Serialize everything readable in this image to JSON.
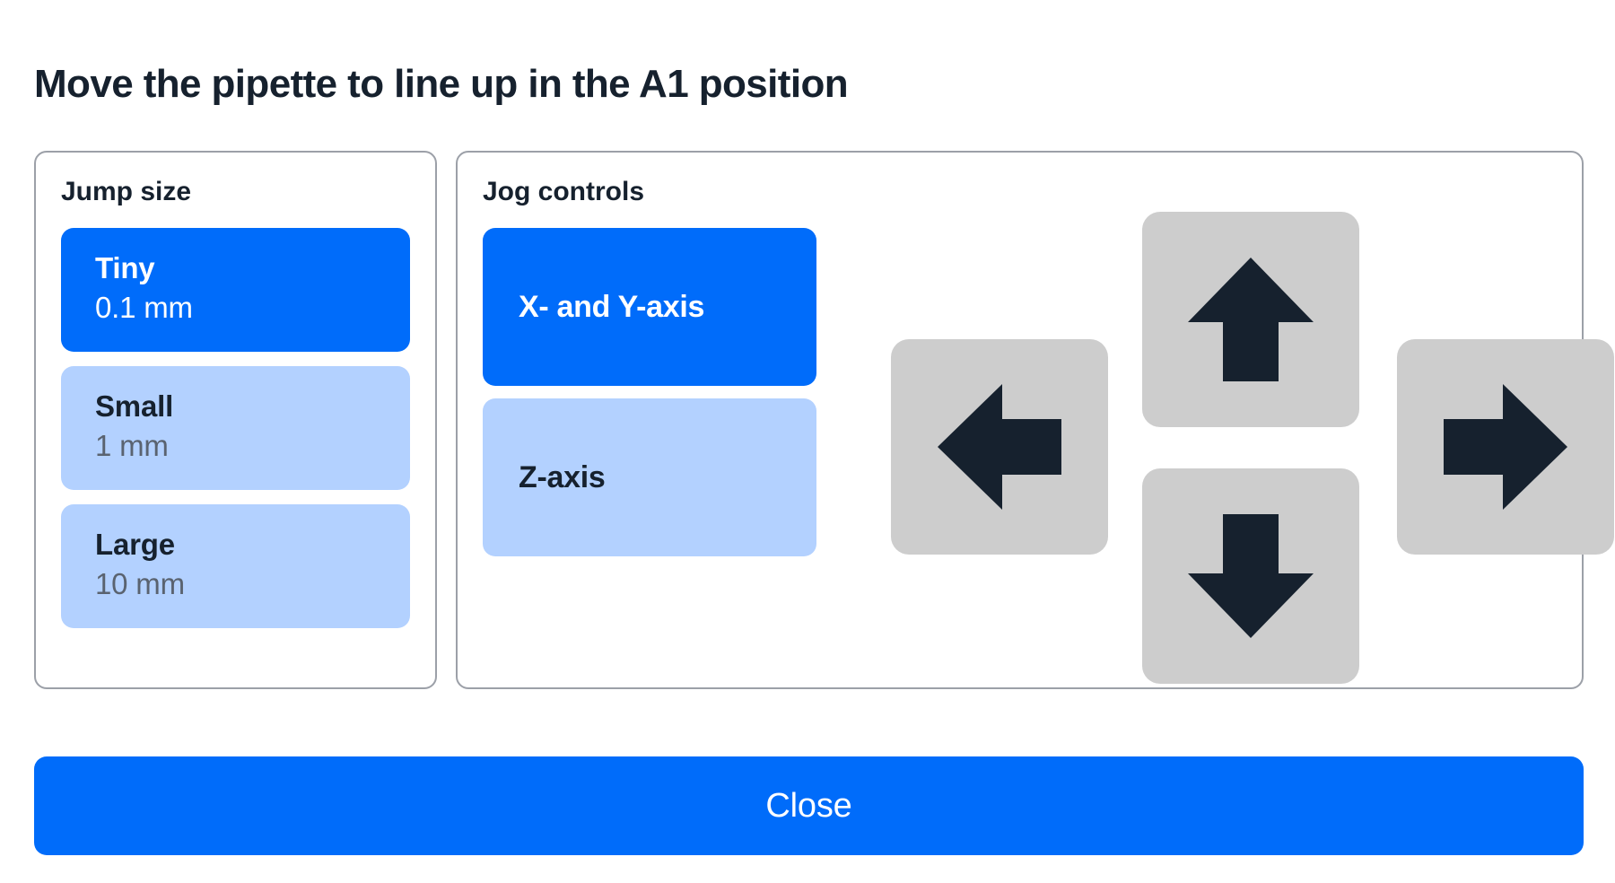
{
  "page": {
    "title": "Move the pipette to line up in the A1 position",
    "accent_color": "#006CFA",
    "accent_muted_color": "#B3D1FF",
    "key_color": "#CDCDCD",
    "arrow_color": "#16212E",
    "border_color": "#9CA0A8",
    "text_color": "#16212E"
  },
  "jump_size": {
    "heading": "Jump size",
    "options": [
      {
        "name": "Tiny",
        "value": "0.1 mm",
        "selected": true
      },
      {
        "name": "Small",
        "value": "1 mm",
        "selected": false
      },
      {
        "name": "Large",
        "value": "10 mm",
        "selected": false
      }
    ]
  },
  "jog_controls": {
    "heading": "Jog controls",
    "axes": [
      {
        "label": "X- and Y-axis",
        "selected": true
      },
      {
        "label": "Z-axis",
        "selected": false
      }
    ],
    "dpad": [
      {
        "direction": "up",
        "icon": "arrow-up-icon"
      },
      {
        "direction": "left",
        "icon": "arrow-left-icon"
      },
      {
        "direction": "down",
        "icon": "arrow-down-icon"
      },
      {
        "direction": "right",
        "icon": "arrow-right-icon"
      }
    ]
  },
  "footer": {
    "close_label": "Close"
  }
}
